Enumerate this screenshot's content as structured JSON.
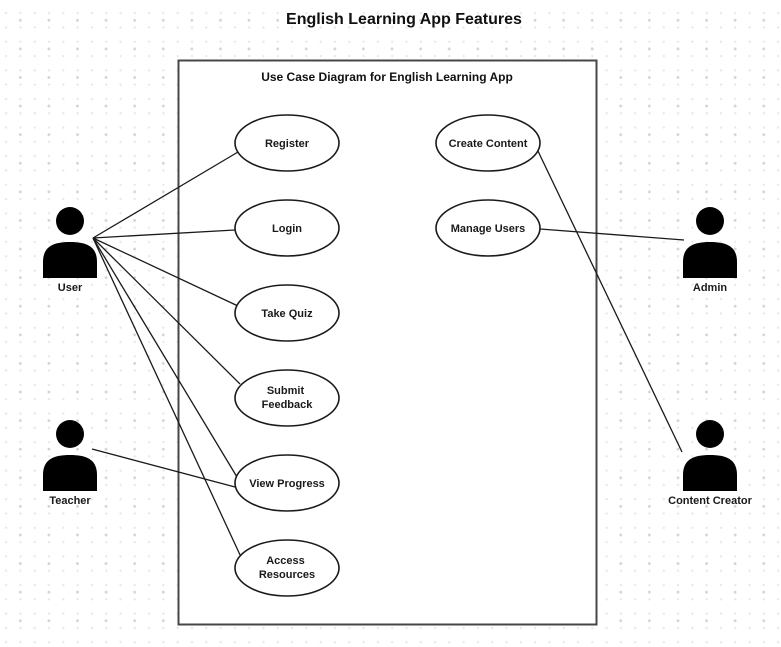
{
  "title": "English Learning App Features",
  "boundary": {
    "label": "Use Case Diagram for English Learning App"
  },
  "actors": [
    {
      "name": "User",
      "side": "left"
    },
    {
      "name": "Teacher",
      "side": "left"
    },
    {
      "name": "Admin",
      "side": "right"
    },
    {
      "name": "Content Creator",
      "side": "right"
    }
  ],
  "use_cases": [
    {
      "label": "Register",
      "lines": [
        "Register"
      ]
    },
    {
      "label": "Login",
      "lines": [
        "Login"
      ]
    },
    {
      "label": "Take Quiz",
      "lines": [
        "Take Quiz"
      ]
    },
    {
      "label": "Submit Feedback",
      "lines": [
        "Submit",
        "Feedback"
      ]
    },
    {
      "label": "View Progress",
      "lines": [
        "View Progress"
      ]
    },
    {
      "label": "Access Resources",
      "lines": [
        "Access",
        "Resources"
      ]
    },
    {
      "label": "Create Content",
      "lines": [
        "Create Content"
      ]
    },
    {
      "label": "Manage Users",
      "lines": [
        "Manage Users"
      ]
    }
  ],
  "associations": [
    {
      "from": "User",
      "to": "Register"
    },
    {
      "from": "User",
      "to": "Login"
    },
    {
      "from": "User",
      "to": "Take Quiz"
    },
    {
      "from": "User",
      "to": "Submit Feedback"
    },
    {
      "from": "User",
      "to": "View Progress"
    },
    {
      "from": "User",
      "to": "Access Resources"
    },
    {
      "from": "Teacher",
      "to": "View Progress"
    },
    {
      "from": "Admin",
      "to": "Manage Users"
    },
    {
      "from": "Content Creator",
      "to": "Create Content"
    }
  ],
  "colors": {
    "background": "#ffffff",
    "background_dot": "#d4d4d4",
    "shape_stroke": "#1a1a1a",
    "shape_fill": "#ffffff",
    "boundary_stroke": "#474747",
    "actor_fill": "#000000",
    "text": "#111111"
  }
}
